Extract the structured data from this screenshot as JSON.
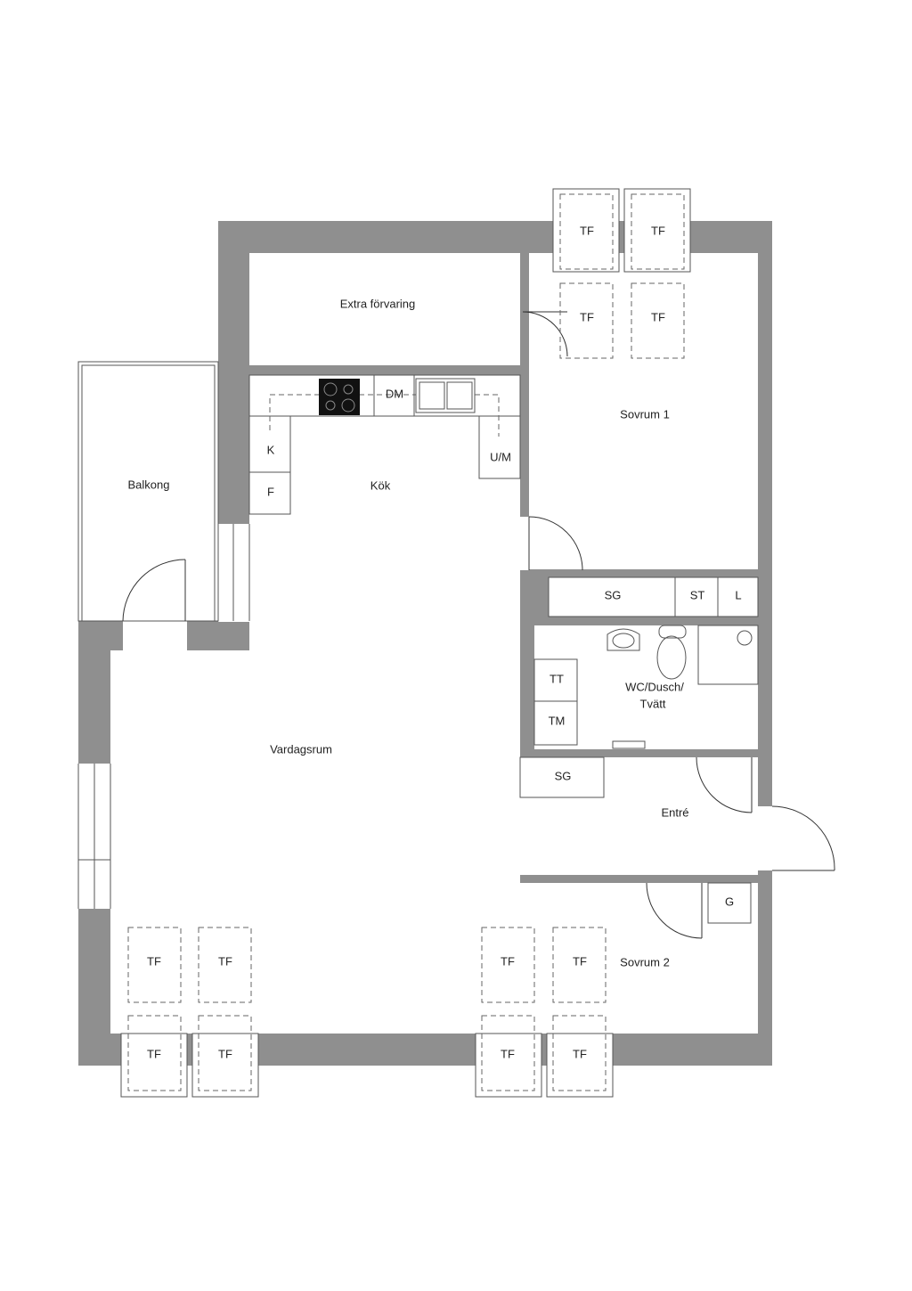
{
  "rooms": {
    "extra": "Extra förvaring",
    "sovrum1": "Sovrum 1",
    "balkong": "Balkong",
    "kok": "Kök",
    "vardagsrum": "Vardagsrum",
    "wc_line1": "WC/Dusch/",
    "wc_line2": "Tvätt",
    "entre": "Entré",
    "sovrum2": "Sovrum 2"
  },
  "fixtures": {
    "tf": "TF",
    "dm": "DM",
    "k": "K",
    "f": "F",
    "um": "U/M",
    "sg": "SG",
    "st": "ST",
    "l": "L",
    "tt": "TT",
    "tm": "TM",
    "g": "G"
  },
  "colors": {
    "wall": "#8f8f8f",
    "line": "#555555"
  }
}
